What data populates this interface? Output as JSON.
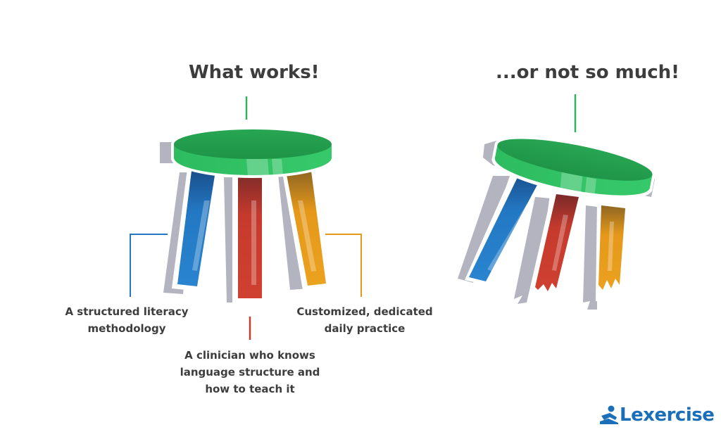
{
  "headings": {
    "left": "What works!",
    "right": "...or not so much!"
  },
  "labels": {
    "blue": [
      "A structured literacy",
      "methodology"
    ],
    "red": [
      "A clinician who knows",
      "language structure and",
      "how to teach it"
    ],
    "orange": [
      "Customized, dedicated",
      "daily practice"
    ]
  },
  "logo": {
    "text": "Lexercise",
    "icon": "reading-person-icon"
  },
  "colors": {
    "seat": "#2fb35c",
    "blue_leg": "#2378c3",
    "red_leg": "#c63a2d",
    "orange_leg": "#e5981a",
    "shadow": "#b4b4c0",
    "text": "#3d3d3d",
    "brand": "#1b6fb8"
  }
}
